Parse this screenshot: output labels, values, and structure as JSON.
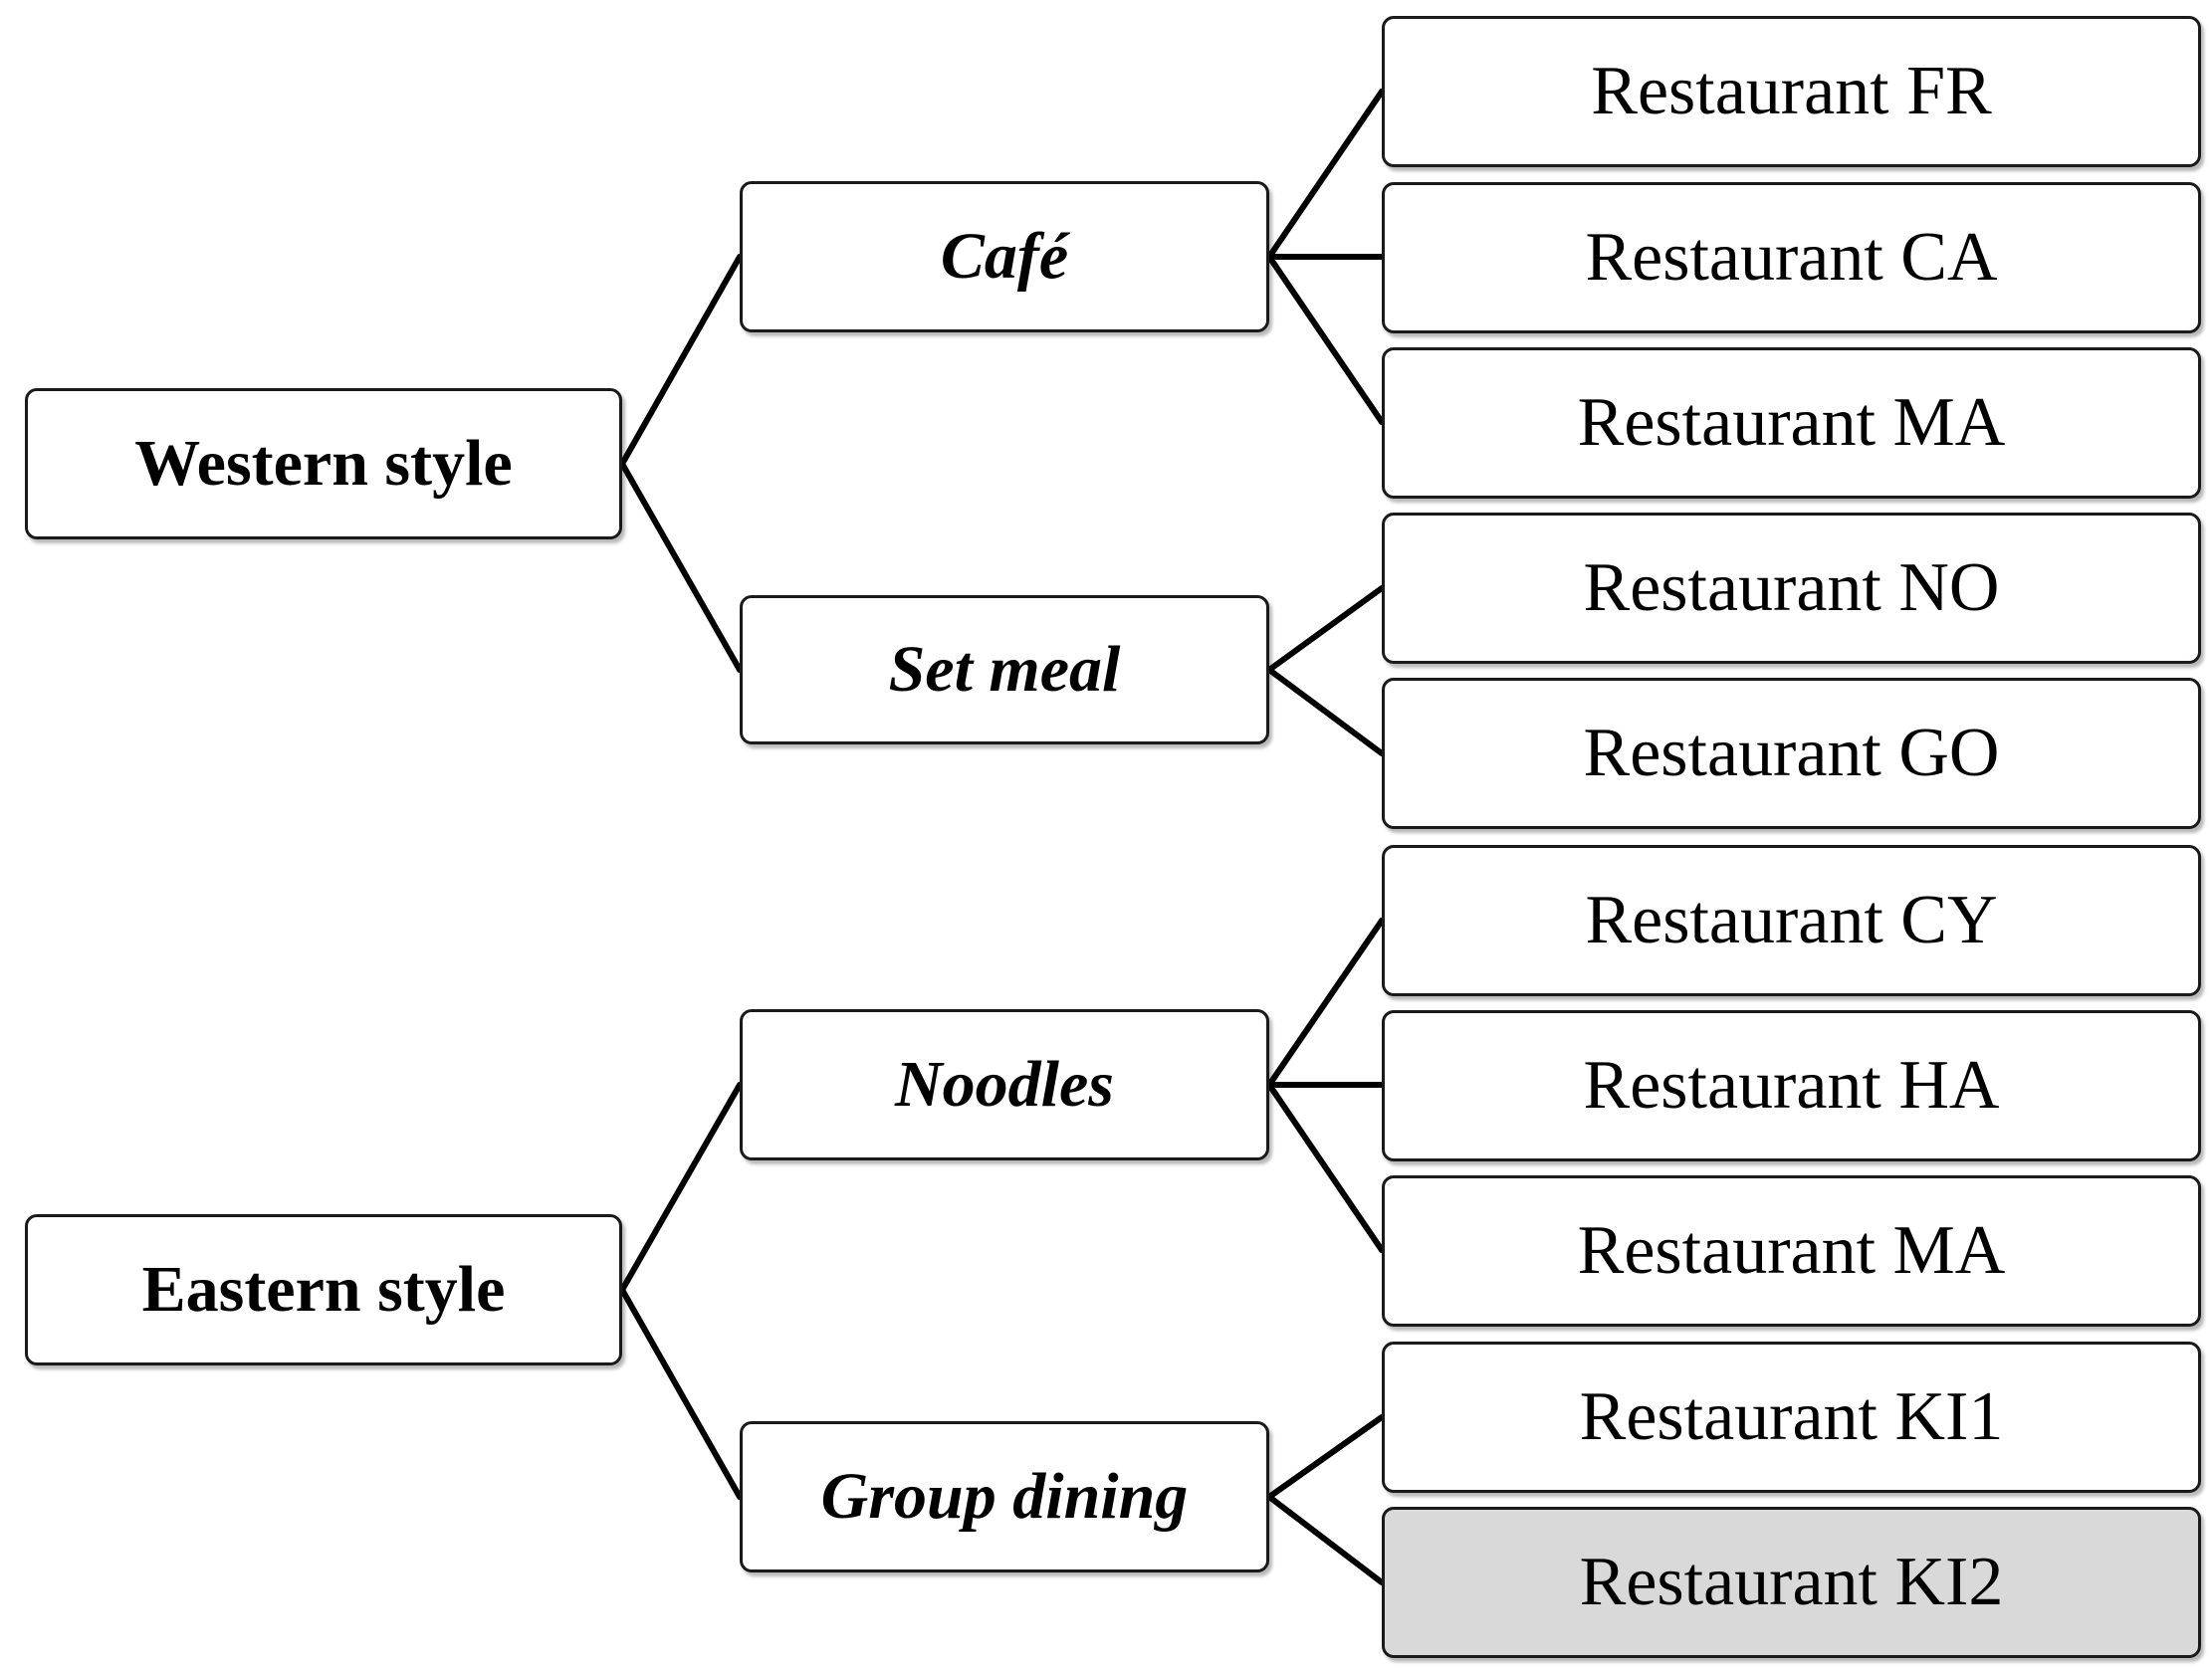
{
  "colors": {
    "line": "#000000",
    "box_border": "#1a1a1a",
    "box_fill": "#ffffff",
    "highlight_fill": "#d9d9d9"
  },
  "tree": {
    "western": {
      "label": "Western style",
      "cafe": {
        "label": "Café",
        "restaurants": [
          "Restaurant FR",
          "Restaurant CA",
          "Restaurant MA"
        ]
      },
      "set_meal": {
        "label": "Set meal",
        "restaurants": [
          "Restaurant NO",
          "Restaurant GO"
        ]
      }
    },
    "eastern": {
      "label": "Eastern style",
      "noodles": {
        "label": "Noodles",
        "restaurants": [
          "Restaurant CY",
          "Restaurant HA",
          "Restaurant MA"
        ]
      },
      "group_dining": {
        "label": "Group dining",
        "restaurants": [
          "Restaurant KI1",
          "Restaurant KI2"
        ],
        "highlighted_restaurant": "Restaurant KI2"
      }
    }
  }
}
